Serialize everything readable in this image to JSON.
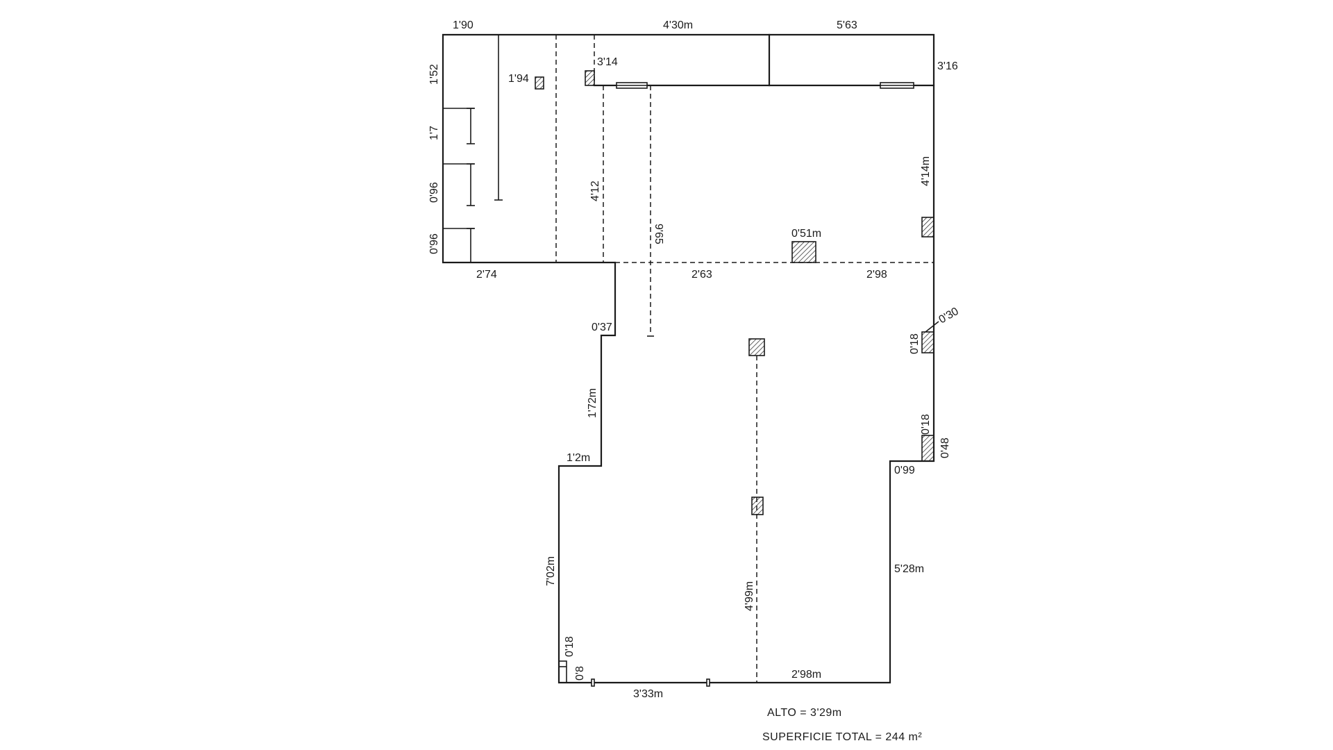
{
  "dimensions": {
    "top_left": "1'90",
    "top_middle": "4'30m",
    "top_right": "5'63",
    "left_1": "1'52",
    "left_2": "1'7",
    "left_3": "0'96",
    "left_4": "0'96",
    "col_top_small": "1'94",
    "col_top_small_2": "3'14",
    "right_top": "3'16",
    "v_4_12": "4'12",
    "v_9_65": "9'65",
    "right_4_14": "4'14m",
    "column_center": "0'51m",
    "bottom_left_upper": "2'74",
    "mid_2_63": "2'63",
    "mid_2_98": "2'98",
    "step_0_37": "0'37",
    "step_1_72": "1'72m",
    "step_1_2": "1'2m",
    "right_0_30": "0'30",
    "right_0_18_a": "0'18",
    "right_0_18_b": "0'18",
    "right_0_48": "0'48",
    "right_0_99": "0'99",
    "right_5_28": "5'28m",
    "left_7_02": "7'02m",
    "center_4_99": "4'99m",
    "bottom_0_18": "0'18",
    "bottom_0_8": "0'8",
    "bottom_3_33": "3'33m",
    "bottom_2_98": "2'98m"
  },
  "notes": {
    "height": "ALTO = 3'29m",
    "surface": "SUPERFICIE  TOTAL = 244 m²"
  }
}
